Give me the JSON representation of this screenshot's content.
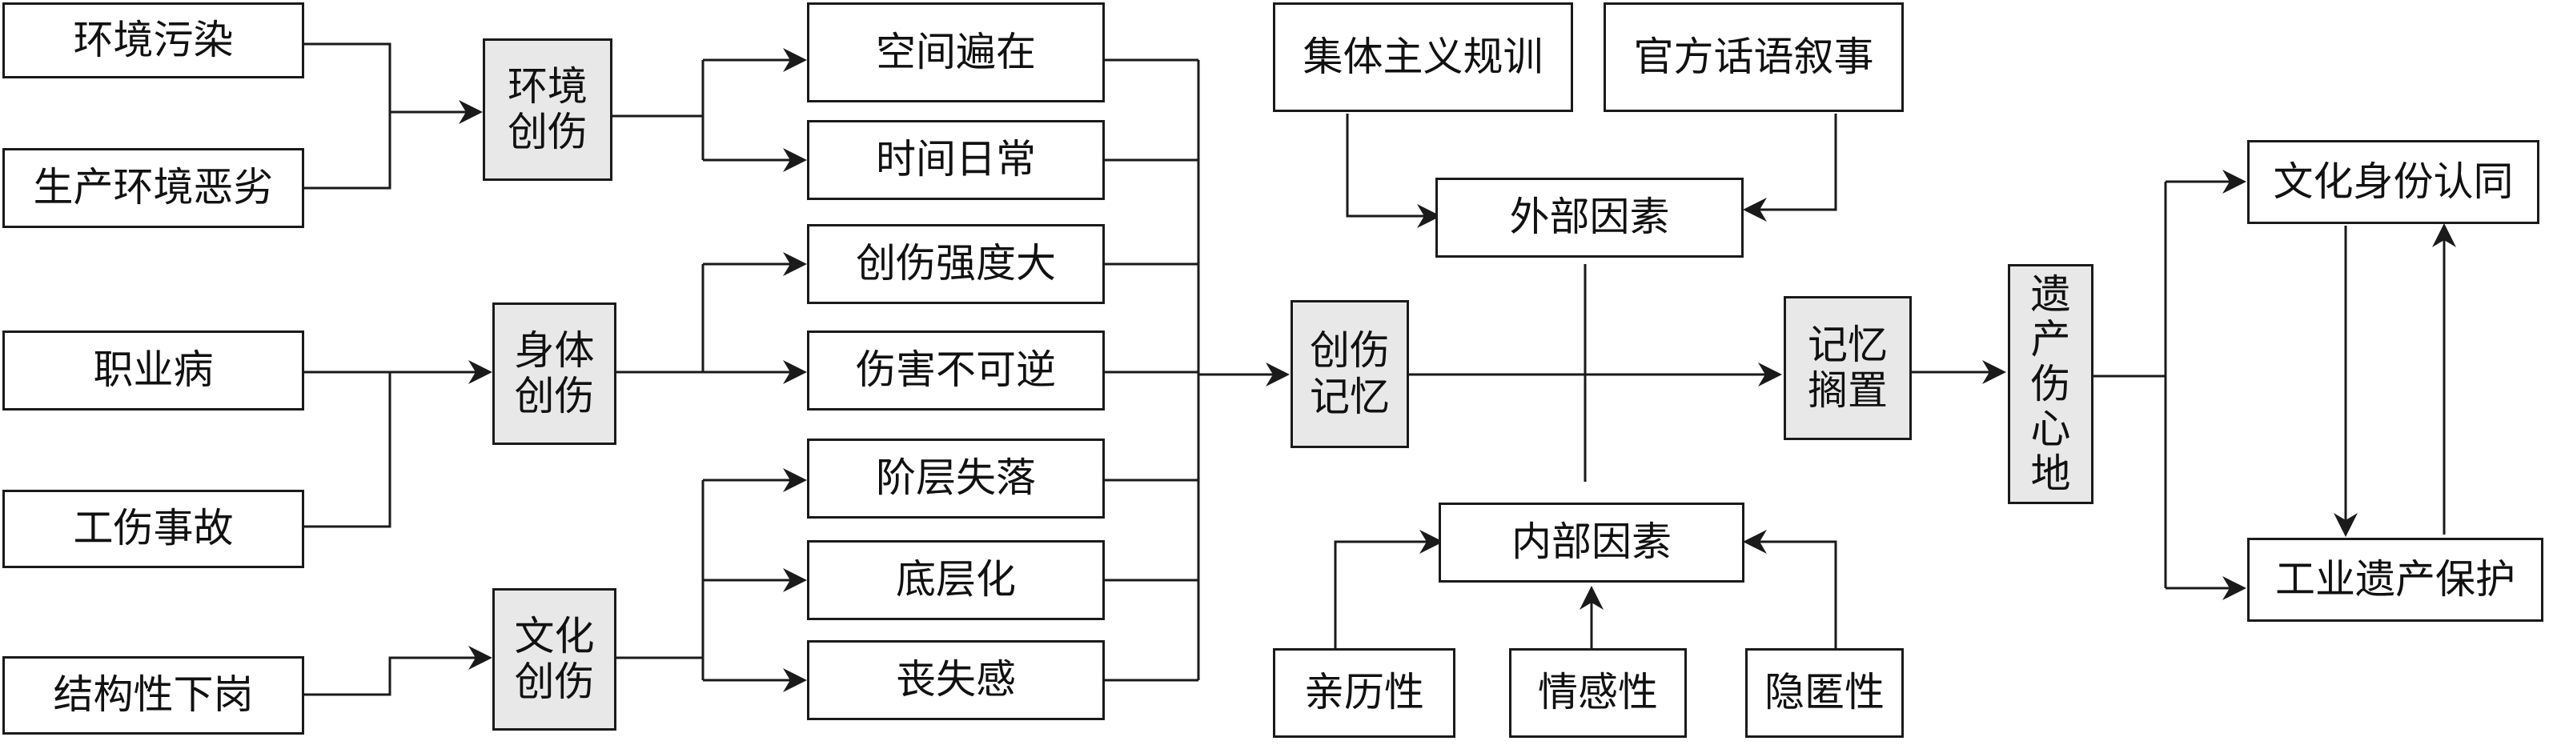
{
  "colors": {
    "line": "#1a1a1a",
    "box_fill_highlight": "#e8e8e8",
    "box_fill": "#ffffff"
  },
  "causes": {
    "pollution": "环境污染",
    "poor_env": "生产环境恶劣",
    "occupational_disease": "职业病",
    "work_injury": "工伤事故",
    "layoff": "结构性下岗"
  },
  "trauma_types": {
    "environment": "环境\n创伤",
    "body": "身体\n创伤",
    "culture": "文化\n创伤"
  },
  "features": {
    "spatial": "空间遍在",
    "temporal": "时间日常",
    "intensity": "创伤强度大",
    "irreversible": "伤害不可逆",
    "class_decline": "阶层失落",
    "bottom": "底层化",
    "loss": "丧失感"
  },
  "memory": {
    "trauma_memory": "创伤\n记忆",
    "shelved": "记忆\n搁置",
    "heritage_site": "遗\n产\n伤\n心\n地"
  },
  "external": {
    "title": "外部因素",
    "collectivism": "集体主义规训",
    "official_narrative": "官方话语叙事"
  },
  "internal": {
    "title": "内部因素",
    "experience": "亲历性",
    "emotion": "情感性",
    "concealment": "隐匿性"
  },
  "outcomes": {
    "identity": "文化身份认同",
    "protection": "工业遗产保护"
  }
}
